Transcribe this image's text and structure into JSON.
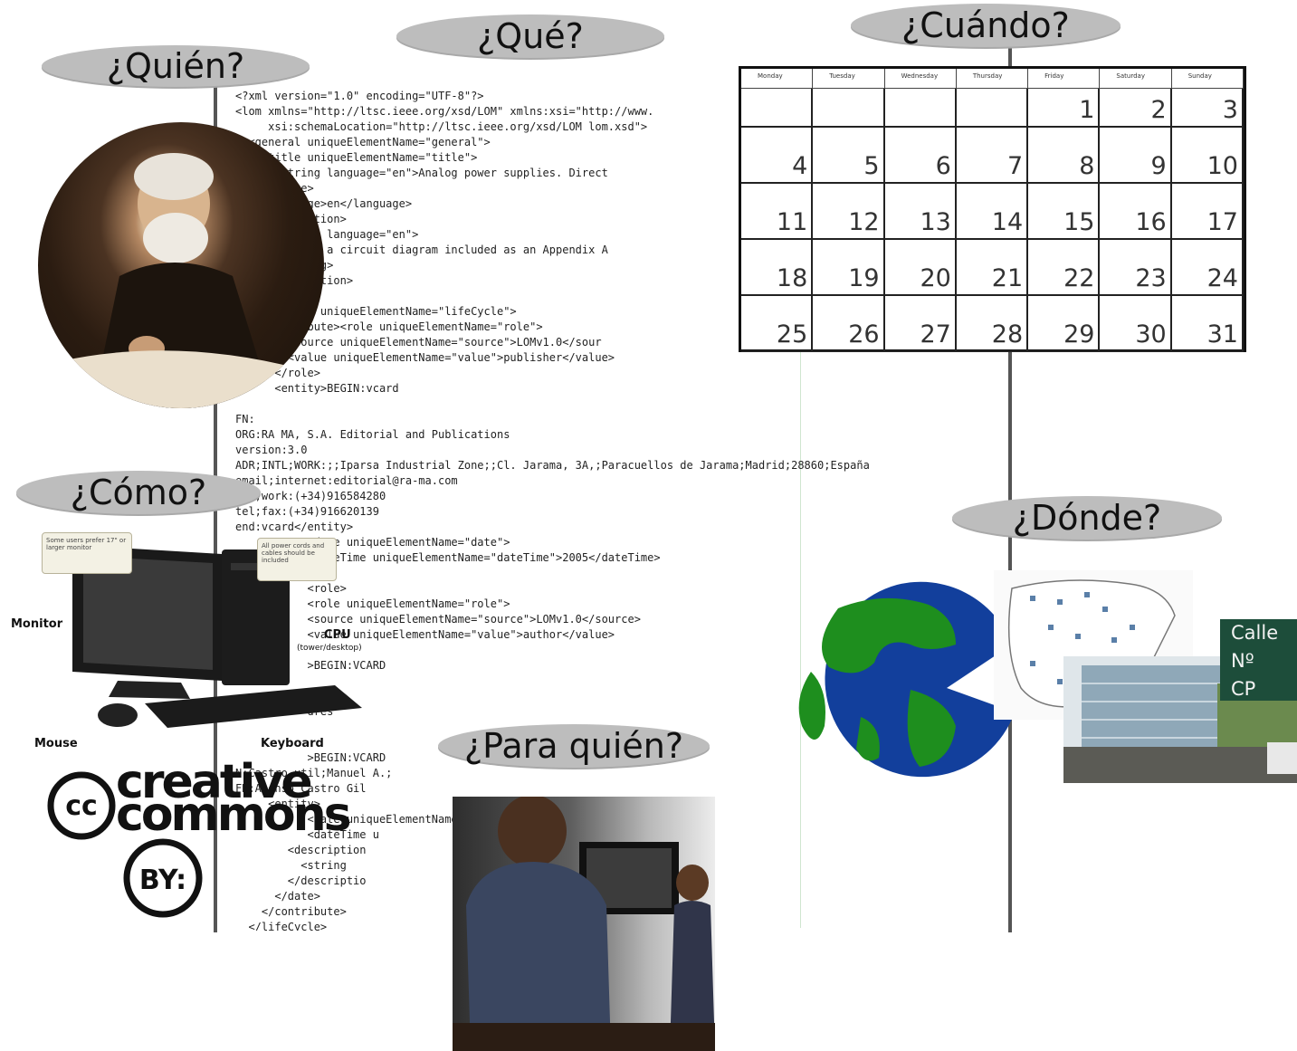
{
  "questions": {
    "quien": "¿Quién?",
    "que": "¿Qué?",
    "cuando": "¿Cuándo?",
    "como": "¿Cómo?",
    "donde": "¿Dónde?",
    "para_quien": "¿Para quién?"
  },
  "code_lines": [
    "<?xml version=\"1.0\" encoding=\"UTF-8\"?>",
    "<lom xmlns=\"http://ltsc.ieee.org/xsd/LOM\" xmlns:xsi=\"http://www.",
    "     xsi:schemaLocation=\"http://ltsc.ieee.org/xsd/LOM lom.xsd\">",
    "  <general uniqueElementName=\"general\">",
    "    <title uniqueElementName=\"title\">",
    "      <string language=\"en\">Analog power supplies. Direct",
    "    </title>",
    "    <language>en</language>",
    "    <description>",
    "      <string language=\"en\">",
    "      This is a circuit diagram included as an Appendix A",
    "      </string>",
    "    </description>",
    "",
    "  <lifeCycle uniqueElementName=\"lifeCycle\">",
    "    <contribute><role uniqueElementName=\"role\">",
    "        <source uniqueElementName=\"source\">LOMv1.0</sour",
    "        <value uniqueElementName=\"value\">publisher</value>",
    "      </role>",
    "      <entity>BEGIN:vcard",
    "",
    "FN:",
    "ORG:RA MA, S.A. Editorial and Publications",
    "version:3.0",
    "ADR;INTL;WORK:;;Iparsa Industrial Zone;;Cl. Jarama, 3A,;Paracuellos de Jarama;Madrid;28860;España",
    "email;internet:editorial@ra-ma.com",
    "tel;work:(+34)916584280",
    "tel;fax:(+34)916620139",
    "end:vcard</entity>",
    "           <date uniqueElementName=\"date\">",
    "           <dateTime uniqueElementName=\"dateTime\">2005</dateTime>",
    "",
    "           <role>",
    "           <role uniqueElementName=\"role\">",
    "           <source uniqueElementName=\"source\">LOMv1.0</source>",
    "           <value uniqueElementName=\"value\">author</value>",
    "",
    "           >BEGIN:VCARD",
    "",
    "           lio;",
    "           dres",
    "",
    "",
    "           >BEGIN:VCARD",
    "N:Castro util;Manuel A.;",
    "FN:Alonso Castro Gil",
    "     <entity>",
    "           <date uniqueElementName=",
    "           <dateTime u                         06-11</dateTime>",
    "        <description",
    "          <string                              tring>",
    "        </descriptio",
    "      </date>",
    "    </contribute>",
    "  </lifeCycle>"
  ],
  "calendar": {
    "days": [
      "Monday",
      "Tuesday",
      "Wednesday",
      "Thursday",
      "Friday",
      "Saturday",
      "Sunday"
    ],
    "weeks": [
      [
        "",
        "",
        "",
        "",
        "1",
        "2",
        "3"
      ],
      [
        "4",
        "5",
        "6",
        "7",
        "8",
        "9",
        "10"
      ],
      [
        "11",
        "12",
        "13",
        "14",
        "15",
        "16",
        "17"
      ],
      [
        "18",
        "19",
        "20",
        "21",
        "22",
        "23",
        "24"
      ],
      [
        "25",
        "26",
        "27",
        "28",
        "29",
        "30",
        "31"
      ]
    ]
  },
  "computer": {
    "callout_left": "Some users prefer 17\" or larger monitor",
    "callout_right": "All power cords and cables should be included",
    "monitor_label": "Monitor",
    "cpu_label": "CPU",
    "cpu_sub": "(tower/desktop)",
    "mouse_label": "Mouse",
    "keyboard_label": "Keyboard"
  },
  "cc": {
    "word1": "creative",
    "word2": "commons",
    "symbol": "cc",
    "by": "BY:"
  },
  "address": {
    "line1": "Calle",
    "line2": "Nº",
    "line3": "CP"
  },
  "colors": {
    "bubble": "#bdbdbd",
    "xml_tag": "#2b3fb0",
    "xml_string": "#c2185b",
    "globe_land": "#1e8e1e",
    "globe_ocean": "#123f9c",
    "address_bg": "#1d4d3a"
  }
}
